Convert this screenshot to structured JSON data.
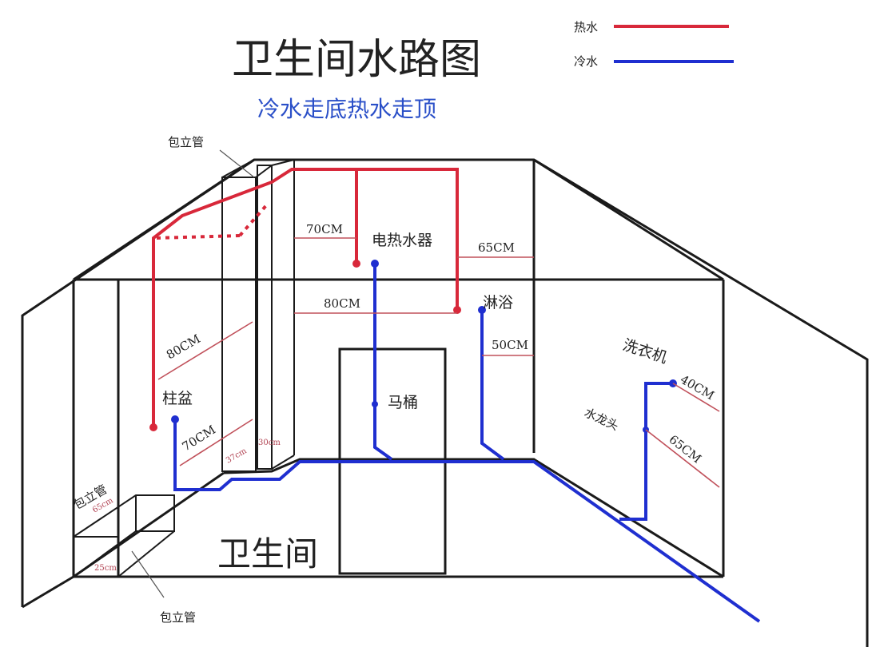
{
  "title": "卫生间水路图",
  "subtitle": "冷水走底热水走顶",
  "legend": [
    {
      "label": "热水",
      "color": "#d8283a"
    },
    {
      "label": "冷水",
      "color": "#1f2fd0"
    }
  ],
  "labels": {
    "riser_top": "包立管",
    "riser_left": "包立管",
    "riser_bottom": "包立管",
    "water_heater": "电热水器",
    "shower": "淋浴",
    "toilet": "马桶",
    "basin": "柱盆",
    "washer": "洗衣机",
    "faucet": "水龙头",
    "room": "卫生间"
  },
  "dimensions": {
    "heater_70": "70CM",
    "heater_65": "65CM",
    "heater_80": "80CM",
    "basin_80": "80CM",
    "basin_70": "70CM",
    "shower_50": "50CM",
    "washer_40": "40CM",
    "faucet_65": "65CM",
    "riser_37": "37cm",
    "riser_30": "30cm",
    "riser_65": "65cm",
    "riser_25": "25cm"
  }
}
